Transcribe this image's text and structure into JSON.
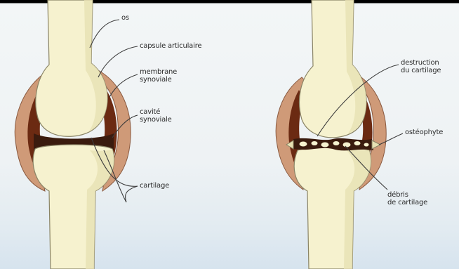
{
  "palette": {
    "bone": "#f6f2cf",
    "bone_shade": "#e7e1b3",
    "bone_outline": "#8a8466",
    "capsule": "#cf9a78",
    "synovium": "#6b2a12",
    "cavity": "#3a1b0e",
    "leader": "#3c3c3c"
  },
  "healthy_joint": {
    "labels": {
      "os": "os",
      "capsule": "capsule articulaire",
      "membrane_l1": "membrane",
      "membrane_l2": "synoviale",
      "cavity_l1": "cavité",
      "cavity_l2": "synoviale",
      "cartilage": "cartilage"
    }
  },
  "arthritic_joint": {
    "labels": {
      "destruction_l1": "destruction",
      "destruction_l2": "du cartilage",
      "osteophyte": "ostéophyte",
      "debris_l1": "débris",
      "debris_l2": "de cartilage"
    }
  }
}
